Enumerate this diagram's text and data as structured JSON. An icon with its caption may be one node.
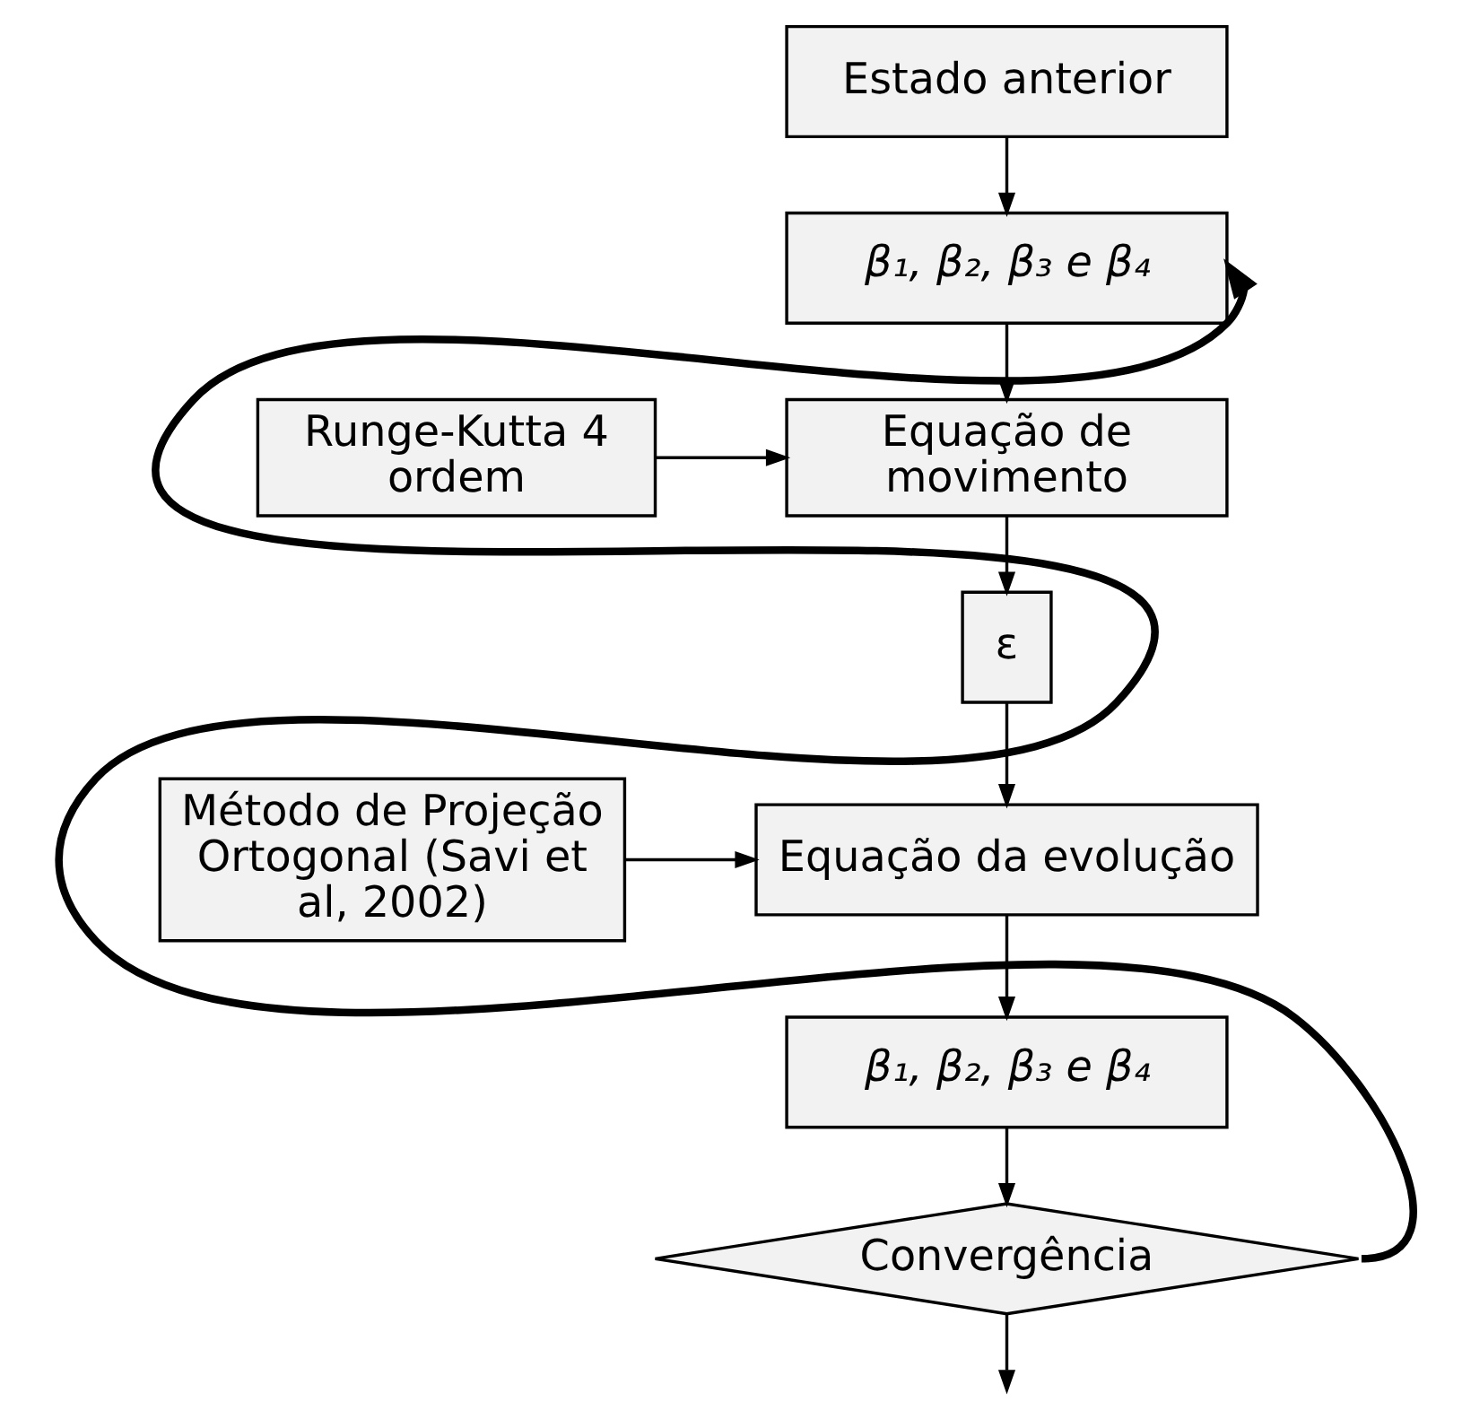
{
  "diagram": {
    "nodes": [
      {
        "text": [
          "Estado anterior"
        ]
      },
      {
        "text": [
          "β₁, β₂, β₃ e β₄"
        ]
      },
      {
        "text": [
          "Runge-Kutta 4 ordem"
        ]
      },
      {
        "text": [
          "Equação de movimento"
        ]
      },
      {
        "text": [
          "ε"
        ]
      },
      {
        "text": [
          "Método de Projeção Ortogonal (Savi et al, 2002)"
        ]
      },
      {
        "text": [
          "Equação da evolução"
        ]
      },
      {
        "text": [
          "β₁, β₂, β₃ e β₄"
        ]
      },
      {
        "text": [
          "Convergência"
        ]
      }
    ],
    "edges": [
      {
        "from": 0,
        "to": 1,
        "arrow": "to"
      },
      {
        "from": 1,
        "to": 3,
        "arrow": "to"
      },
      {
        "from": 2,
        "to": 3,
        "arrow": "to"
      },
      {
        "from": 3,
        "to": 4,
        "arrow": "to"
      },
      {
        "from": 4,
        "to": 6,
        "arrow": "to"
      },
      {
        "from": 5,
        "to": 6,
        "arrow": "to"
      },
      {
        "from": 6,
        "to": 7,
        "arrow": "to"
      },
      {
        "from": 7,
        "to": 8,
        "arrow": "to"
      },
      {
        "from": 8,
        "to": null,
        "arrow": "to"
      },
      {
        "from": 8,
        "to": 1,
        "arrow": "to",
        "style": "thick"
      }
    ]
  }
}
